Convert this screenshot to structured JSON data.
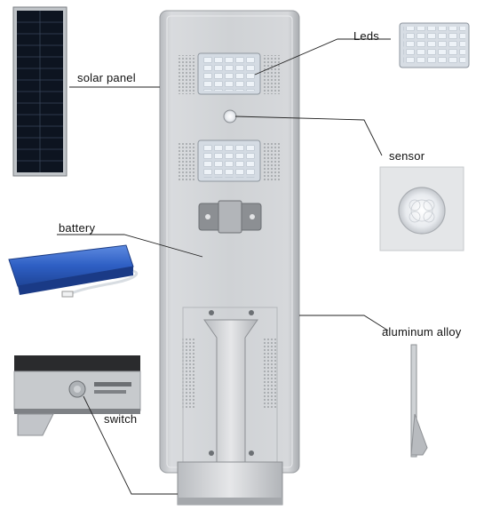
{
  "labels": {
    "leds": "Leds",
    "solar_panel": "solar panel",
    "sensor": "sensor",
    "battery": "battery",
    "aluminum_alloy": "aluminum alloy",
    "switch": "switch"
  },
  "colors": {
    "light_body": "#c9ccd0",
    "solar_cell": "#0d1420",
    "battery_blue": "#2f63c8",
    "led_chip": "#e8eef4"
  }
}
